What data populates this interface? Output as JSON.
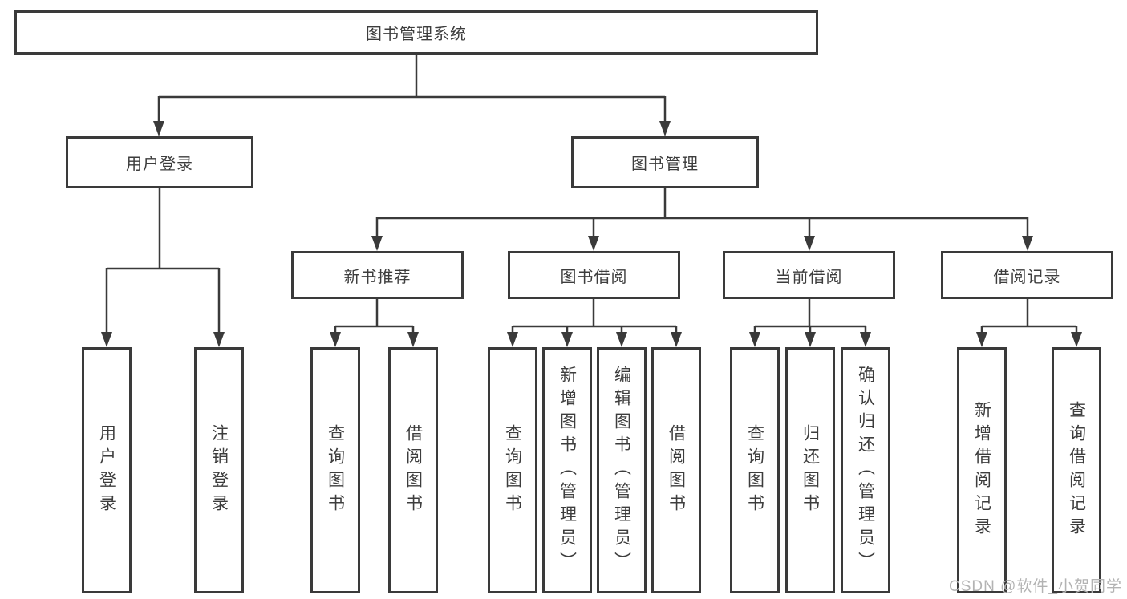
{
  "diagram": {
    "root": {
      "label": "图书管理系统"
    },
    "branches": [
      {
        "label": "用户登录",
        "children": [
          {
            "label": "用户登录"
          },
          {
            "label": "注销登录"
          }
        ]
      },
      {
        "label": "图书管理",
        "groups": [
          {
            "label": "新书推荐",
            "children": [
              {
                "label": "查询图书"
              },
              {
                "label": "借阅图书"
              }
            ]
          },
          {
            "label": "图书借阅",
            "children": [
              {
                "label": "查询图书"
              },
              {
                "label": "新增图书（管理员）"
              },
              {
                "label": "编辑图书（管理员）"
              },
              {
                "label": "借阅图书"
              }
            ]
          },
          {
            "label": "当前借阅",
            "children": [
              {
                "label": "查询图书"
              },
              {
                "label": "归还图书"
              },
              {
                "label": "确认归还（管理员）"
              }
            ]
          },
          {
            "label": "借阅记录",
            "children": [
              {
                "label": "新增借阅记录"
              },
              {
                "label": "查询借阅记录"
              }
            ]
          }
        ]
      }
    ]
  },
  "watermark": "CSDN @软件_小贺同学",
  "colors": {
    "line": "#3a3a3a",
    "text": "#3d3d3d",
    "background": "#ffffff",
    "watermark": "#b3b3b3"
  }
}
